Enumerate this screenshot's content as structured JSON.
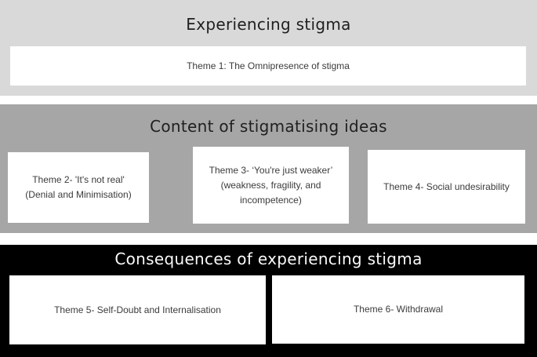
{
  "figure": {
    "type": "thematic-map-diagram",
    "sections": [
      {
        "id": "experiencing-stigma",
        "title": "Experiencing stigma",
        "background": "#d9d9d9",
        "title_color": "#1f1f1f",
        "boxes": [
          {
            "id": "theme-1",
            "lines": [
              "Theme 1: The Omnipresence of stigma"
            ]
          }
        ]
      },
      {
        "id": "content-of-stigmatising-ideas",
        "title": "Content of stigmatising ideas",
        "background": "#a6a6a6",
        "title_color": "#1f1f1f",
        "boxes": [
          {
            "id": "theme-2",
            "lines": [
              "Theme 2- 'It's not real'",
              "(Denial and Minimisation)"
            ]
          },
          {
            "id": "theme-3",
            "lines": [
              "Theme 3- ‘You're just weaker’",
              "(weakness, fragility, and",
              "incompetence)"
            ]
          },
          {
            "id": "theme-4",
            "lines": [
              "Theme 4- Social undesirability"
            ]
          }
        ]
      },
      {
        "id": "consequences-of-experiencing-stigma",
        "title": "Consequences of experiencing stigma",
        "background": "#000000",
        "title_color": "#fafafa",
        "boxes": [
          {
            "id": "theme-5",
            "lines": [
              "Theme 5- Self-Doubt and Internalisation"
            ]
          },
          {
            "id": "theme-6",
            "lines": [
              "Theme 6- Withdrawal"
            ]
          }
        ]
      }
    ],
    "colors": {
      "band_top_bg": "#d9d9d9",
      "band_mid_bg": "#a6a6a6",
      "band_bottom_bg": "#000000",
      "box_bg": "#ffffff",
      "heading_dark": "#1f1f1f",
      "heading_light": "#fafafa",
      "box_text": "#3b3b3b",
      "gap_bg": "#ffffff"
    }
  }
}
